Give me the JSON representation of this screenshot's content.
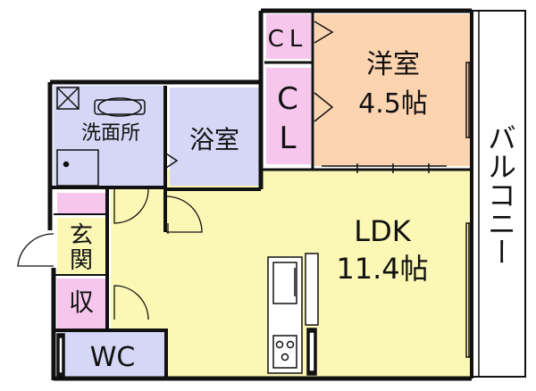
{
  "rooms": {
    "western": {
      "name": "洋室",
      "size": "4.5帖"
    },
    "closet_top": {
      "label": "CL"
    },
    "closet_mid": {
      "label": "CL"
    },
    "bath": {
      "name": "浴室"
    },
    "washroom": {
      "name": "洗面所"
    },
    "entrance": {
      "name": "玄関"
    },
    "storage": {
      "name": "収"
    },
    "wc": {
      "name": "WC"
    },
    "ldk": {
      "name": "LDK",
      "size": "11.4帖"
    },
    "balcony": {
      "name": "バルコニー"
    }
  },
  "colors": {
    "wall": "#111111",
    "ldk_floor": "#fbf7b5",
    "western_floor": "#fdd4b0",
    "closet_floor": "#f7c6ec",
    "wet_area": "#d6d6f6",
    "hallway": "#fbf7b5",
    "balcony_floor": "#ffffff"
  }
}
